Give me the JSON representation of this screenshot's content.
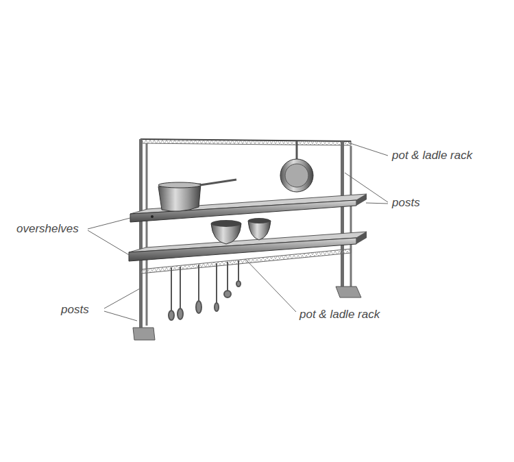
{
  "diagram": {
    "labels": [
      "pot & ladle rack",
      "posts",
      "overshelves",
      "posts",
      "pot & ladle rack"
    ]
  }
}
